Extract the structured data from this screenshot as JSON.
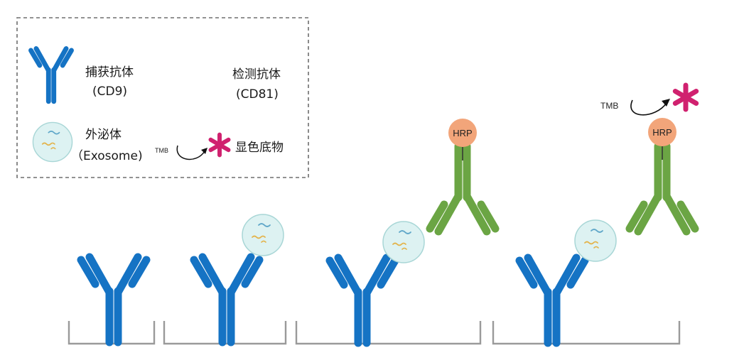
{
  "legend": {
    "capture_antibody": {
      "name": "捕获抗体",
      "code": "(CD9)"
    },
    "detection_antibody": {
      "name": "检测抗体",
      "code": "(CD81)"
    },
    "exosome": {
      "name": "外泌体",
      "code": "（Exosome)"
    },
    "substrate": {
      "reagent": "TMB",
      "name": "显色底物"
    }
  },
  "diagram": {
    "enzyme_label": "HRP",
    "reaction_reagent": "TMB"
  },
  "colors": {
    "capture_antibody": "#1573C4",
    "detection_antibody": "#6BA544",
    "hrp": "#F2A57A",
    "exosome_fill": "#DDF2F2",
    "exosome_stroke": "#A8D6D6",
    "signal_star": "#D0216F",
    "well_line": "#9A9A9A",
    "legend_border": "#6E6E6E"
  }
}
